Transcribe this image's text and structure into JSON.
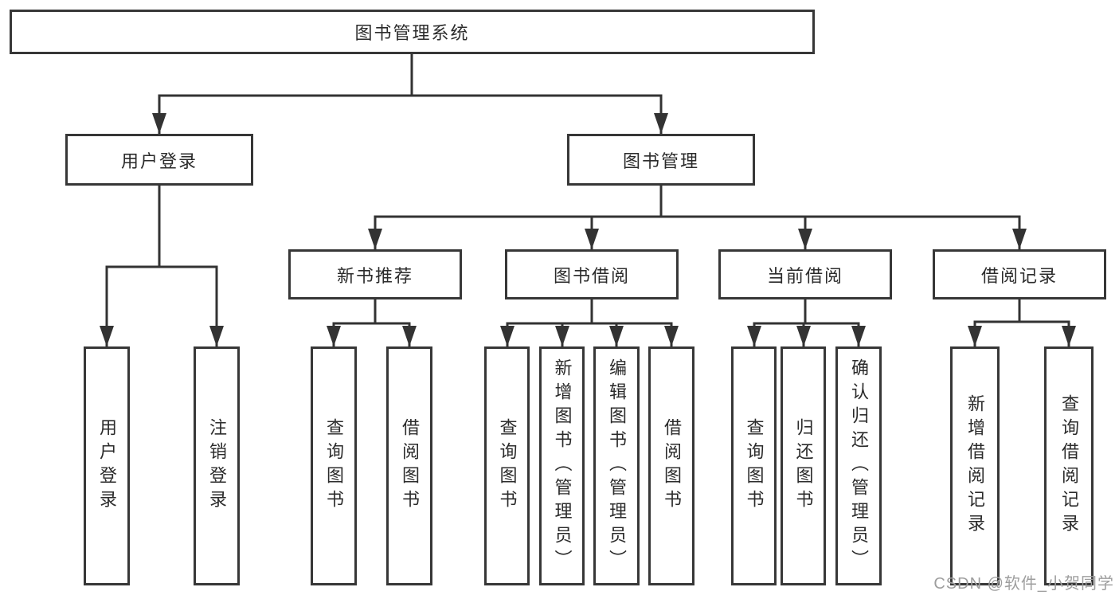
{
  "diagram": {
    "title": "图书管理系统",
    "branches": [
      {
        "label": "用户登录",
        "children": [
          {
            "label": "用户登录"
          },
          {
            "label": "注销登录"
          }
        ]
      },
      {
        "label": "图书管理",
        "children": [
          {
            "label": "新书推荐",
            "children": [
              {
                "label": "查询图书"
              },
              {
                "label": "借阅图书"
              }
            ]
          },
          {
            "label": "图书借阅",
            "children": [
              {
                "label": "查询图书"
              },
              {
                "label": "新增图书（管理员）"
              },
              {
                "label": "编辑图书（管理员）"
              },
              {
                "label": "借阅图书"
              }
            ]
          },
          {
            "label": "当前借阅",
            "children": [
              {
                "label": "查询图书"
              },
              {
                "label": "归还图书"
              },
              {
                "label": "确认归还（管理员）"
              }
            ]
          },
          {
            "label": "借阅记录",
            "children": [
              {
                "label": "新增借阅记录"
              },
              {
                "label": "查询借阅记录"
              }
            ]
          }
        ]
      }
    ]
  },
  "watermark": "CSDN @软件_小贺同学",
  "colors": {
    "line": "#333333",
    "border": "#373737",
    "text": "#2b2b2b",
    "watermark": "#9e9e9e",
    "background": "#ffffff"
  }
}
